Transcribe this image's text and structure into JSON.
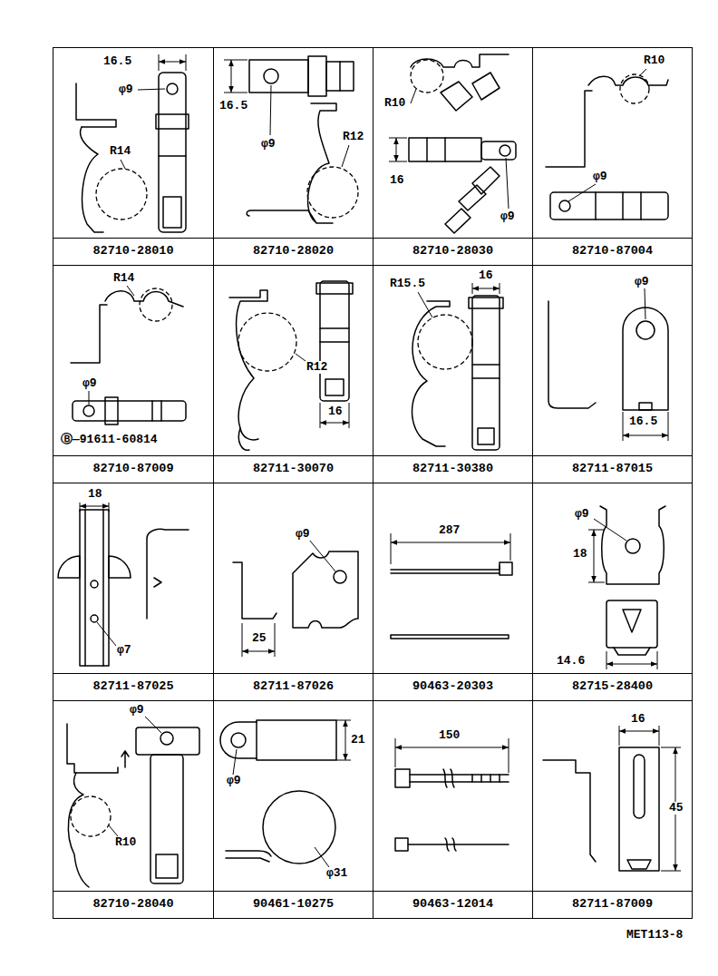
{
  "diagram": {
    "nodes": [
      {
        "text": [
          "82710-28010"
        ]
      },
      {
        "text": [
          "82710-28020"
        ]
      },
      {
        "text": [
          "82710-28030"
        ]
      },
      {
        "text": [
          "82710-87004"
        ]
      },
      {
        "text": [
          "82710-87009"
        ]
      },
      {
        "text": [
          "82711-30070"
        ]
      },
      {
        "text": [
          "82711-30380"
        ]
      },
      {
        "text": [
          "82711-87015"
        ]
      },
      {
        "text": [
          "82711-87025"
        ]
      },
      {
        "text": [
          "82711-87026"
        ]
      },
      {
        "text": [
          "90463-20303"
        ]
      },
      {
        "text": [
          "82715-28400"
        ]
      },
      {
        "text": [
          "82710-28040"
        ]
      },
      {
        "text": [
          "90461-10275"
        ]
      },
      {
        "text": [
          "90463-12014"
        ]
      },
      {
        "text": [
          "82711-87009"
        ]
      }
    ],
    "labels": [
      "16.5",
      "φ9",
      "R14",
      "16.5",
      "φ9",
      "R12",
      "R10",
      "16",
      "φ9",
      "R10",
      "φ9",
      "R14",
      "φ9",
      "Ⓑ—91611-60814",
      "R12",
      "16",
      "R15.5",
      "16",
      "φ9",
      "16.5",
      "18",
      "φ7",
      "φ9",
      "25",
      "287",
      "φ9",
      "18",
      "14.6",
      "φ9",
      "R10",
      "φ9",
      "21",
      "φ31",
      "150",
      "16",
      "45",
      "MET113-8"
    ]
  }
}
